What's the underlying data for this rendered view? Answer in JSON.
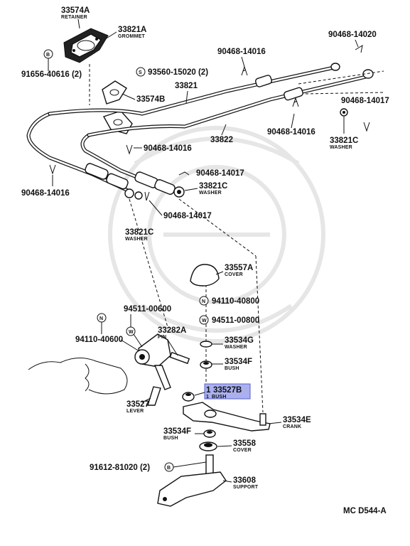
{
  "diagram": {
    "figure_code": "MC  D544-A",
    "labels": [
      {
        "id": "33574A",
        "part": "33574A",
        "desc": "RETAINER"
      },
      {
        "id": "33821A",
        "part": "33821A",
        "desc": "GROMMET"
      },
      {
        "id": "b-91656",
        "part": "91656-40616 (2)",
        "badge": "B"
      },
      {
        "id": "s-93560",
        "part": "93560-15020 (2)",
        "badge": "S"
      },
      {
        "id": "33574B",
        "part": "33574B"
      },
      {
        "id": "33821",
        "part": "33821"
      },
      {
        "id": "90468-14016-top",
        "part": "90468-14016"
      },
      {
        "id": "90468-14020",
        "part": "90468-14020"
      },
      {
        "id": "90468-14017-right",
        "part": "90468-14017"
      },
      {
        "id": "90468-14016-mid",
        "part": "90468-14016"
      },
      {
        "id": "33822",
        "part": "33822"
      },
      {
        "id": "33821C-right",
        "part": "33821C",
        "desc": "WASHER"
      },
      {
        "id": "90468-14016-left2",
        "part": "90468-14016"
      },
      {
        "id": "90468-14017-mid",
        "part": "90468-14017"
      },
      {
        "id": "33821C-mid",
        "part": "33821C",
        "desc": "WASHER"
      },
      {
        "id": "90468-14016-left",
        "part": "90468-14016"
      },
      {
        "id": "90468-14017-low",
        "part": "90468-14017"
      },
      {
        "id": "33821C-left",
        "part": "33821C",
        "desc": "WASHER"
      },
      {
        "id": "33557A",
        "part": "33557A",
        "desc": "COVER"
      },
      {
        "id": "n-94110-40800",
        "part": "94110-40800",
        "badge": "N"
      },
      {
        "id": "w-94511-00800",
        "part": "94511-00800",
        "badge": "W"
      },
      {
        "id": "94511-00600",
        "part": "94511-00600"
      },
      {
        "id": "n-badge-left",
        "badge": "N"
      },
      {
        "id": "w-badge-left",
        "badge": "W"
      },
      {
        "id": "94110-40600",
        "part": "94110-40600"
      },
      {
        "id": "33282A",
        "part": "33282A",
        "desc": "PIN"
      },
      {
        "id": "33534G",
        "part": "33534G",
        "desc": "WASHER"
      },
      {
        "id": "33534F-top",
        "part": "33534F",
        "desc": "BUSH"
      },
      {
        "id": "33527B",
        "part": "33527B",
        "desc": "BUSH",
        "qty": "1",
        "highlighted": true
      },
      {
        "id": "33527",
        "part": "33527",
        "desc": "LEVER"
      },
      {
        "id": "33534E",
        "part": "33534E",
        "desc": "CRANK"
      },
      {
        "id": "33534F-low",
        "part": "33534F",
        "desc": "BUSH"
      },
      {
        "id": "33558",
        "part": "33558",
        "desc": "COVER"
      },
      {
        "id": "b-91612",
        "part": "91612-81020 (2)",
        "badge": "B"
      },
      {
        "id": "33608",
        "part": "33608",
        "desc": "SUPPORT"
      }
    ]
  }
}
